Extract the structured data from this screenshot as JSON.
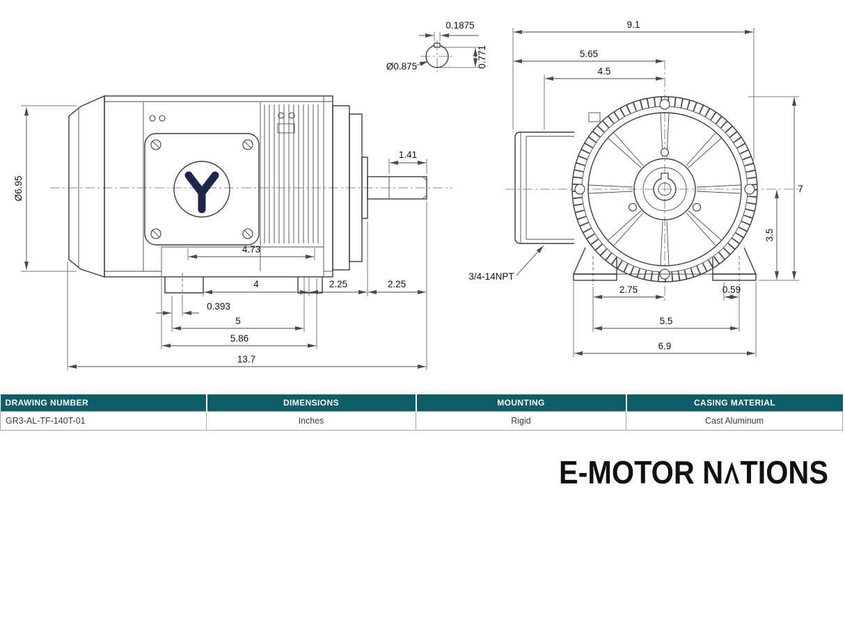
{
  "drawing": {
    "side_view": {
      "body_diameter": "Ø6.95",
      "shaft_key_length": "1.41",
      "frame_length": "4.73",
      "foot_bolt_spacing": "4",
      "foot_to_shoulder": "2.25",
      "shaft_length": "2.25",
      "foot_hole_offset": "0.393",
      "foot_span": "5",
      "base_length": "5.86",
      "overall_length": "13.7"
    },
    "shaft_detail": {
      "key_width": "0.1875",
      "shaft_diameter": "Ø0.875",
      "key_flat_height": "0.771"
    },
    "front_view": {
      "overall_width": "9.1",
      "box_to_center": "5.65",
      "conduit_to_center": "4.5",
      "overall_height": "7",
      "center_height": "3.5",
      "hole_to_center": "2.75",
      "hole_edge_offset": "0.59",
      "bolt_span": "5.5",
      "foot_width": "6.9",
      "conduit_thread": "3/4-14NPT"
    }
  },
  "spec_table": {
    "headers": [
      "DRAWING NUMBER",
      "DIMENSIONS",
      "MOUNTING",
      "CASING MATERIAL"
    ],
    "row": [
      "GR3-AL-TF-140T-01",
      "Inches",
      "Rigid",
      "Cast Aluminum"
    ]
  },
  "brand": {
    "full_name": "E-MOTOR NATIONS",
    "name_prefix": "E-MOTOR N",
    "name_suffix": "TIONS"
  },
  "colors": {
    "table_header_bg": "#0d5c66",
    "line_color": "#3b3b3b",
    "logo_emblem": "#1e2749",
    "text": "#111111"
  }
}
